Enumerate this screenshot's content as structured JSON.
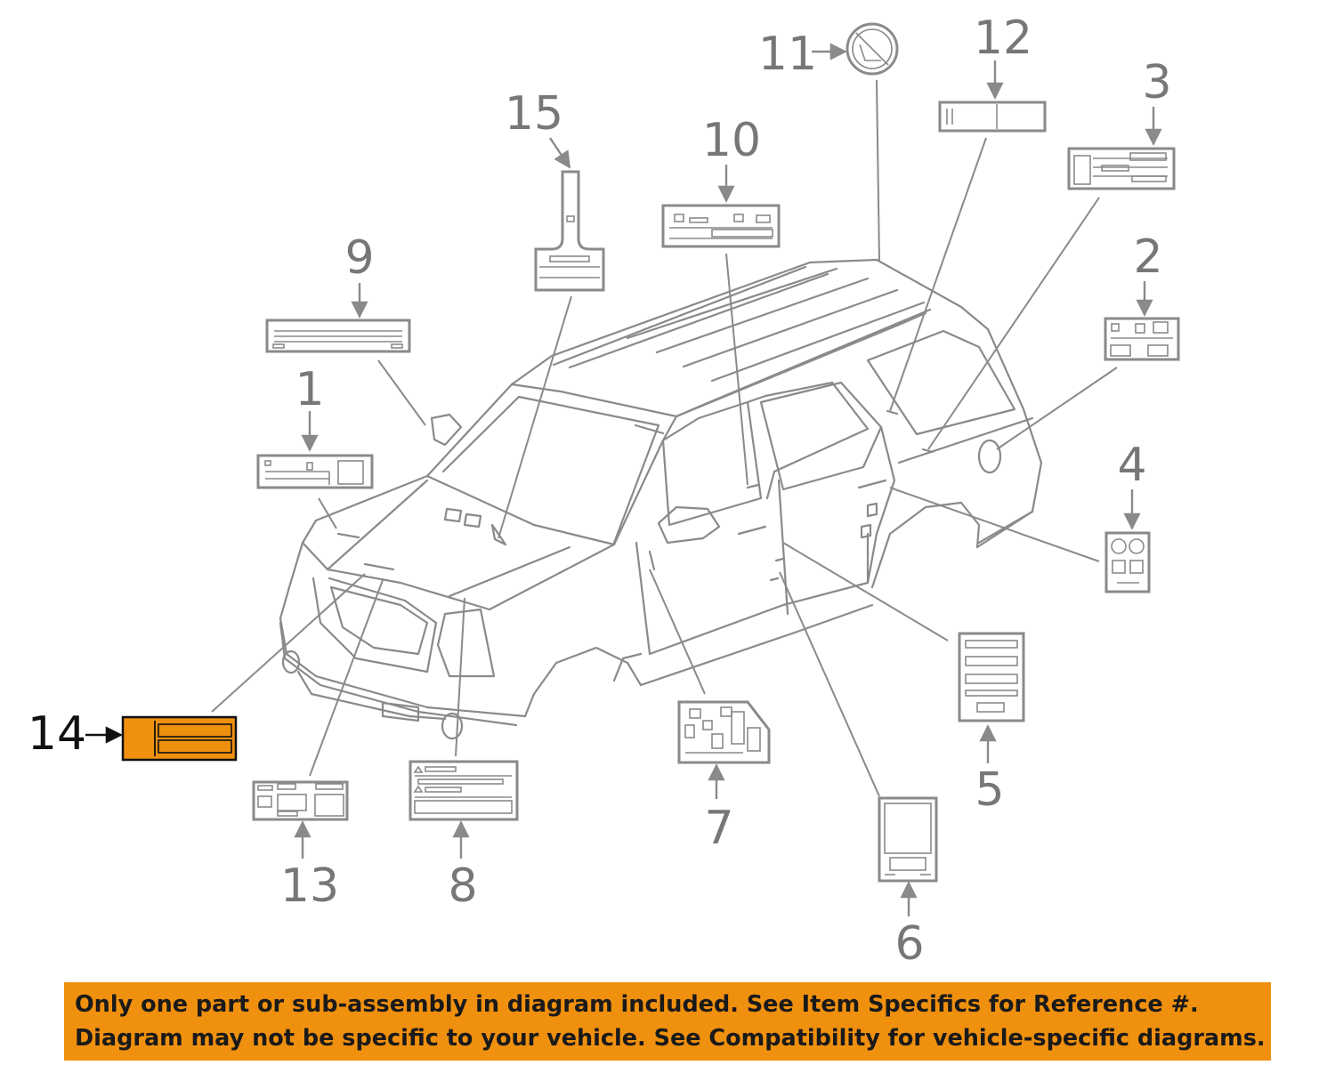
{
  "diagram": {
    "callouts": [
      {
        "number": "1"
      },
      {
        "number": "2"
      },
      {
        "number": "3"
      },
      {
        "number": "4"
      },
      {
        "number": "5"
      },
      {
        "number": "6"
      },
      {
        "number": "7"
      },
      {
        "number": "8"
      },
      {
        "number": "9"
      },
      {
        "number": "10"
      },
      {
        "number": "11"
      },
      {
        "number": "12"
      },
      {
        "number": "13"
      },
      {
        "number": "14",
        "highlighted": true
      },
      {
        "number": "15"
      }
    ],
    "highlight_color": "#f0900f",
    "line_color": "#8a8a8a"
  },
  "notice": {
    "line1": "Only one part or sub-assembly in diagram included. See Item Specifics for Reference #.",
    "line2": "Diagram may not be specific to your vehicle. See Compatibility for vehicle-specific diagrams."
  }
}
